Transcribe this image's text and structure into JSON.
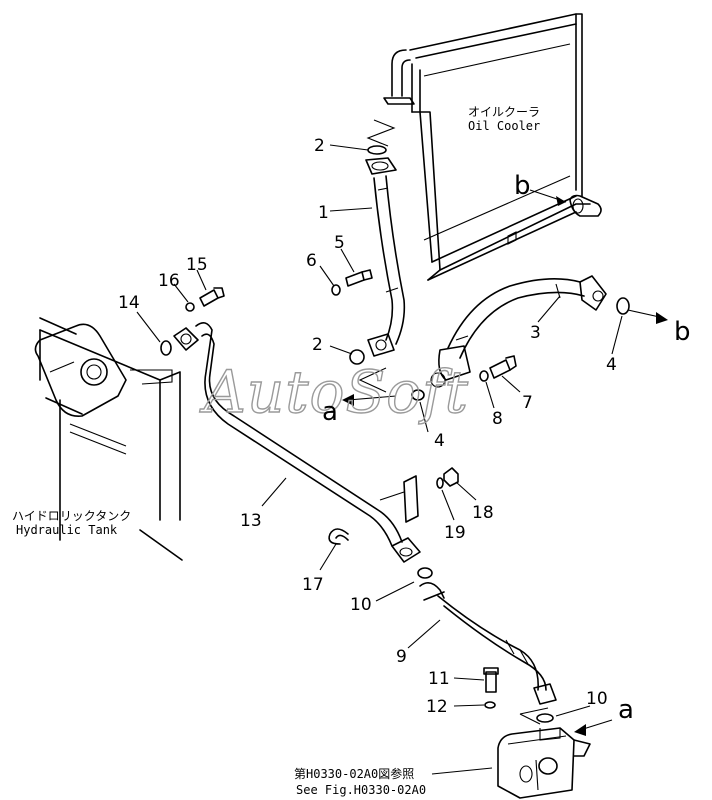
{
  "watermark": "AutoSoft",
  "oil_cooler": {
    "label_jp": "オイルクーラ",
    "label_en": "Oil Cooler"
  },
  "hydraulic_tank": {
    "label_jp": "ハイドロリックタンク",
    "label_en": "Hydraulic Tank"
  },
  "figure_ref": {
    "label_jp": "第H0330-02A0図参照",
    "label_en": "See Fig.H0330-02A0"
  },
  "ref_letters": {
    "a_upper": "a",
    "a_lower": "a",
    "b_left": "b",
    "b_right": "b"
  },
  "parts": {
    "p1": "1",
    "p2a": "2",
    "p2b": "2",
    "p3": "3",
    "p4a": "4",
    "p4b": "4",
    "p5": "5",
    "p6": "6",
    "p7": "7",
    "p8": "8",
    "p9": "9",
    "p10a": "10",
    "p10b": "10",
    "p11": "11",
    "p12": "12",
    "p13": "13",
    "p14": "14",
    "p15": "15",
    "p16": "16",
    "p17": "17",
    "p18": "18",
    "p19": "19"
  }
}
